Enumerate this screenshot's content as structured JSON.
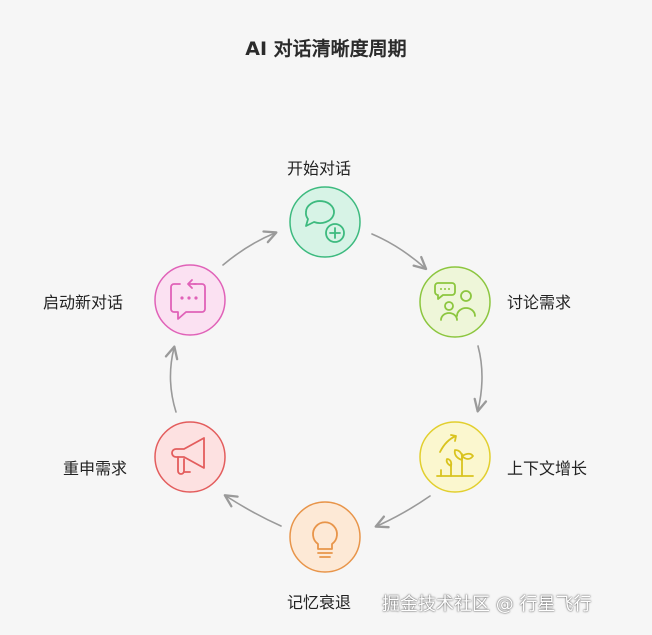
{
  "title": "AI 对话清晰度周期",
  "nodes": [
    {
      "id": "start",
      "label": "开始对话",
      "icon": "chat-plus-icon",
      "fill": "#d7f3e6",
      "stroke": "#3dba7f"
    },
    {
      "id": "discuss",
      "label": "讨论需求",
      "icon": "people-chat-icon",
      "fill": "#eef6d9",
      "stroke": "#8cc63f"
    },
    {
      "id": "context",
      "label": "上下文增长",
      "icon": "growth-plant-icon",
      "fill": "#fbf7cf",
      "stroke": "#e2cf2e"
    },
    {
      "id": "decay",
      "label": "记忆衰退",
      "icon": "lightbulb-icon",
      "fill": "#fde9d6",
      "stroke": "#e8954a"
    },
    {
      "id": "restate",
      "label": "重申需求",
      "icon": "megaphone-icon",
      "fill": "#fde1e1",
      "stroke": "#e35d5d"
    },
    {
      "id": "restart",
      "label": "启动新对话",
      "icon": "refresh-chat-icon",
      "fill": "#fbe1f2",
      "stroke": "#e062b8"
    }
  ],
  "colors": {
    "arrow": "#9a9a9a",
    "background": "#f6f6f6"
  },
  "watermark": "掘金技术社区 @ 行星飞行"
}
